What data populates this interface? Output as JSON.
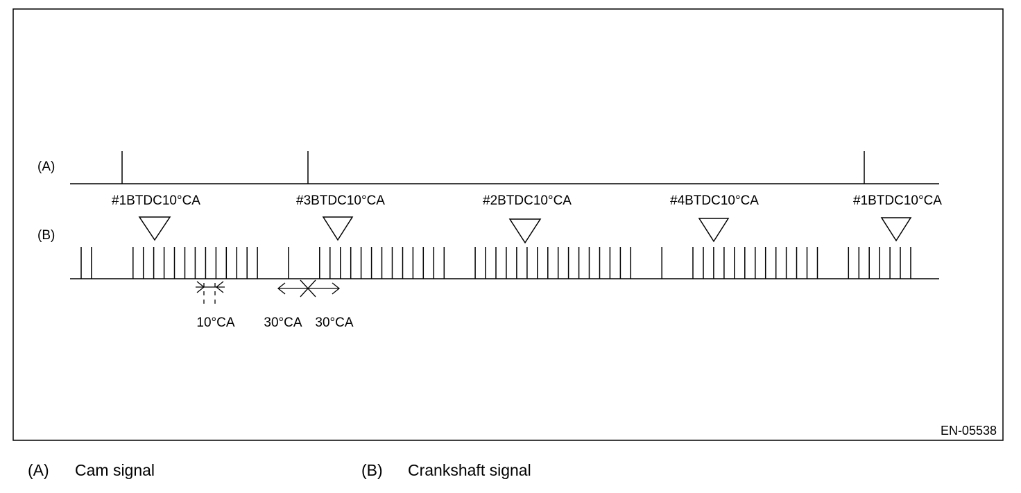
{
  "diagram": {
    "figure_code": "EN-05538",
    "row_a_label": "(A)",
    "row_b_label": "(B)",
    "markers": [
      "#1BTDC10°CA",
      "#3BTDC10°CA",
      "#2BTDC10°CA",
      "#4BTDC10°CA",
      "#1BTDC10°CA"
    ],
    "dim_10": "10°CA",
    "dim_30_left": "30°CA",
    "dim_30_right": "30°CA"
  },
  "legend": {
    "a_key": "(A)",
    "a_text": "Cam signal",
    "b_key": "(B)",
    "b_text": "Crankshaft signal"
  }
}
